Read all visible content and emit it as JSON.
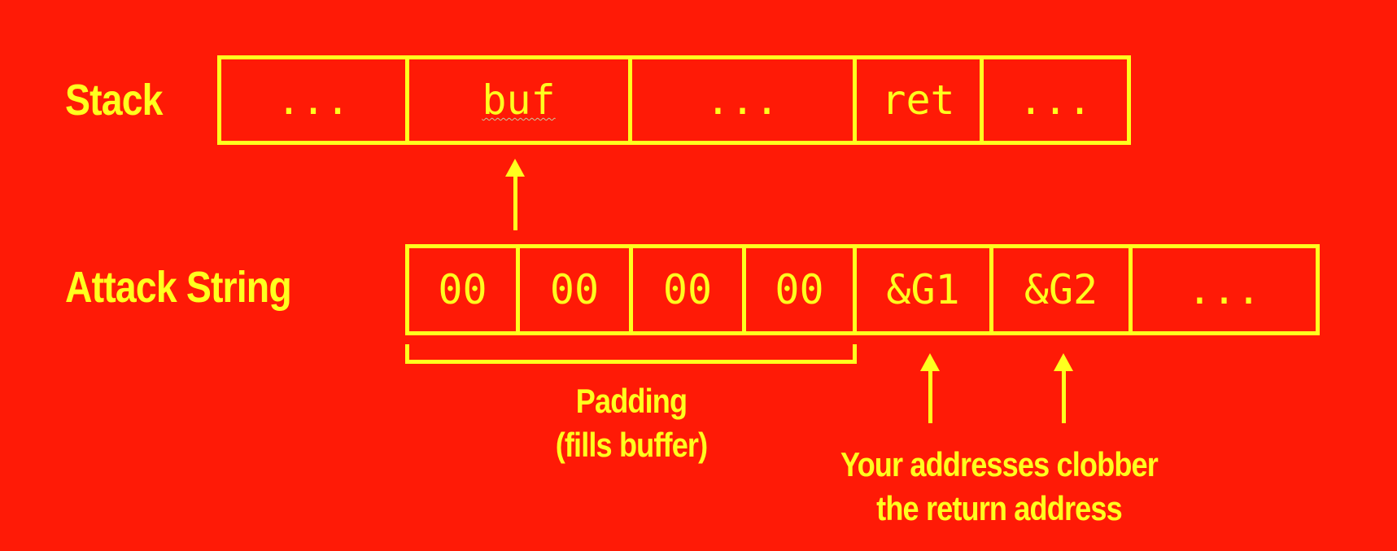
{
  "stack": {
    "label": "Stack",
    "cells": [
      "...",
      "buf",
      "...",
      "ret",
      "..."
    ]
  },
  "attack": {
    "label": "Attack String",
    "cells": [
      "00",
      "00",
      "00",
      "00",
      "&G1",
      "&G2",
      "..."
    ]
  },
  "padding_note": {
    "line1": "Padding",
    "line2": "(fills buffer)"
  },
  "addresses_note": {
    "line1": "Your addresses clobber",
    "line2": "the return address"
  },
  "colors": {
    "background": "#ff1a06",
    "foreground": "#ffff1e"
  }
}
